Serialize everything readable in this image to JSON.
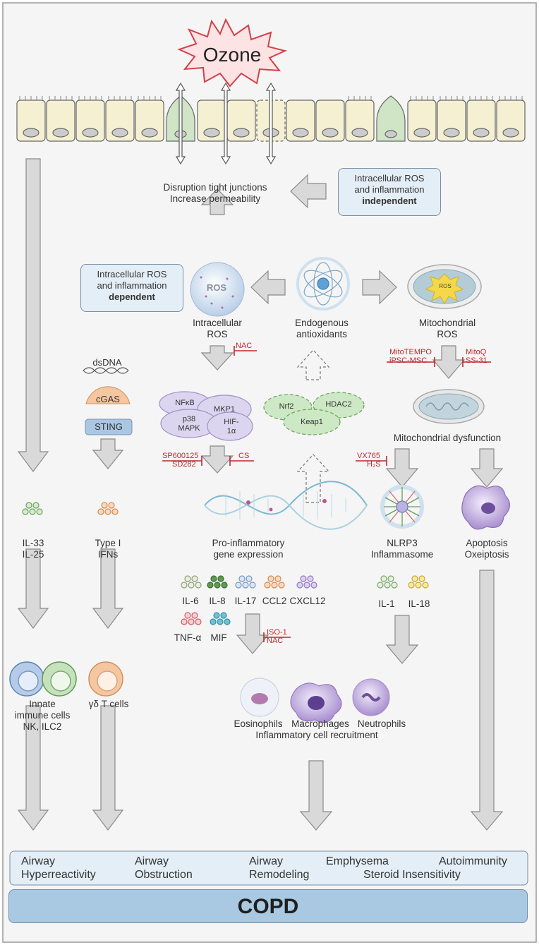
{
  "ozone": "Ozone",
  "top": {
    "disruption": [
      "Disruption tight junctions",
      "Increase permeability"
    ],
    "independent_box": [
      "Intracellular ROS",
      "and inflammation",
      "independent"
    ],
    "dependent_box": [
      "Intracellular ROS",
      "and inflammation",
      "dependent"
    ]
  },
  "ros_label": "ROS",
  "mito_ros_label": "ROS",
  "labels": {
    "intracellular_ros": [
      "Intracellular",
      "ROS"
    ],
    "endogenous_antioxidants": [
      "Endogenous",
      "antioxidants"
    ],
    "mitochondrial_ros": [
      "Mitochondrial",
      "ROS"
    ],
    "mito_dysfunction": "Mitochondrial dysfunction",
    "pro_inflammatory": [
      "Pro-inflammatory",
      "gene expression"
    ],
    "nlrp3": [
      "NLRP3",
      "Inflammasome"
    ],
    "apoptosis": [
      "Apoptosis",
      "Oxeiptosis"
    ],
    "il33": [
      "IL-33",
      "IL-25"
    ],
    "type1": [
      "Type I",
      "IFNs"
    ],
    "innate": [
      "Innate",
      "immune cells",
      "NK, ILC2"
    ],
    "gd": "γδ T cells",
    "cells": [
      "Eosinophils",
      "Macrophages",
      "Neutrophils"
    ],
    "recruitment": "Inflammatory cell recruitment"
  },
  "sting": {
    "dsdna": "dsDNA",
    "cgas": "cGAS",
    "sting": "STING"
  },
  "kinases": {
    "nfkb": "NFκB",
    "mkp1": "MKP1",
    "p38": [
      "p38",
      "MAPK"
    ],
    "hif": [
      "HIF-",
      "1α"
    ]
  },
  "nrf2": {
    "nrf2": "Nrf2",
    "hdac2": "HDAC2",
    "keap1": "Keap1"
  },
  "inhibitors": {
    "nac": "NAC",
    "mitotempo": [
      "MitoTEMPO",
      "iPSC-MSC"
    ],
    "mitoq": [
      "MitoQ",
      "SS-31"
    ],
    "sp600125": [
      "SP600125",
      "SD282"
    ],
    "cs": "CS",
    "vx765": [
      "VX765",
      "H₂S"
    ],
    "iso1": [
      "ISO-1",
      "NAC"
    ]
  },
  "cytokines": {
    "row1": [
      "IL-6",
      "IL-8",
      "IL-17",
      "CCL2",
      "CXCL12"
    ],
    "row2": [
      "TNF-α",
      "MIF"
    ],
    "inflammasome": [
      "IL-1",
      "IL-18"
    ]
  },
  "outcomes": {
    "airway_hyper": [
      "Airway",
      "Hyperreactivity"
    ],
    "airway_obs": [
      "Airway",
      "Obstruction"
    ],
    "airway_rem": [
      "Airway",
      "Remodeling"
    ],
    "emphysema": "Emphysema",
    "autoimmunity": "Autoimmunity",
    "steroid": "Steroid Insensitivity"
  },
  "copd": "COPD",
  "colors": {
    "arrow_fill": "#d9d9d9",
    "arrow_stroke": "#8a8a8a",
    "inhibitor_red": "#c0272d",
    "box_fill": "#e4eef6",
    "copd_fill": "#a9c8e2",
    "cell_fill": "#f6f0d2",
    "goblet_fill": "#cfe5c6",
    "kinase_fill": "#dcd5f0",
    "nrf2_fill": "#cde8c4",
    "ozone_fill": "#fde3e3",
    "ozone_stroke": "#d2414a"
  }
}
